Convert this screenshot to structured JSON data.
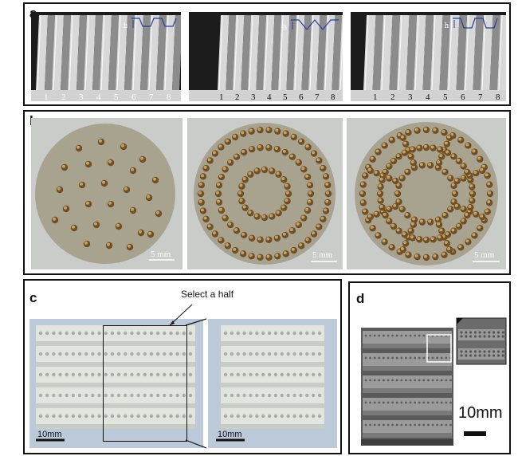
{
  "panels": {
    "a": {
      "label": "a",
      "photos": [
        {
          "name": "corrugated-plate-1",
          "h_label": "h",
          "numbers": [
            "1",
            "2",
            "3",
            "4",
            "5",
            "6",
            "7",
            "8"
          ]
        },
        {
          "name": "corrugated-plate-2",
          "h_label": "h",
          "numbers": [
            "1",
            "2",
            "3",
            "4",
            "5",
            "6",
            "7",
            "8"
          ]
        },
        {
          "name": "corrugated-plate-3",
          "h_label": "h",
          "numbers": [
            "1",
            "2",
            "3",
            "4",
            "5",
            "6",
            "7",
            "8"
          ]
        }
      ]
    },
    "b": {
      "label": "b",
      "photos": [
        {
          "name": "disc-scattered-dots",
          "scale": "5 mm"
        },
        {
          "name": "disc-concentric-rings",
          "scale": "5 mm"
        },
        {
          "name": "disc-web-pattern",
          "scale": "5 mm"
        }
      ]
    },
    "c": {
      "label": "c",
      "annotation": "Select a half",
      "photos": [
        {
          "name": "dimpled-sheet-full",
          "scale": "10mm"
        },
        {
          "name": "dimpled-sheet-half",
          "scale": "10mm"
        }
      ]
    },
    "d": {
      "label": "d",
      "scale": "10mm"
    }
  },
  "colors": {
    "metal_bg": "#1c1c1c",
    "disc_bg": "#c9ccc8",
    "disc_face": "#a8a38f",
    "bead": "#8a6a3a",
    "sheet_bg": "#bcc9d8",
    "sheet": "#e4e6e2",
    "render_bg": "#6c6c6c"
  }
}
